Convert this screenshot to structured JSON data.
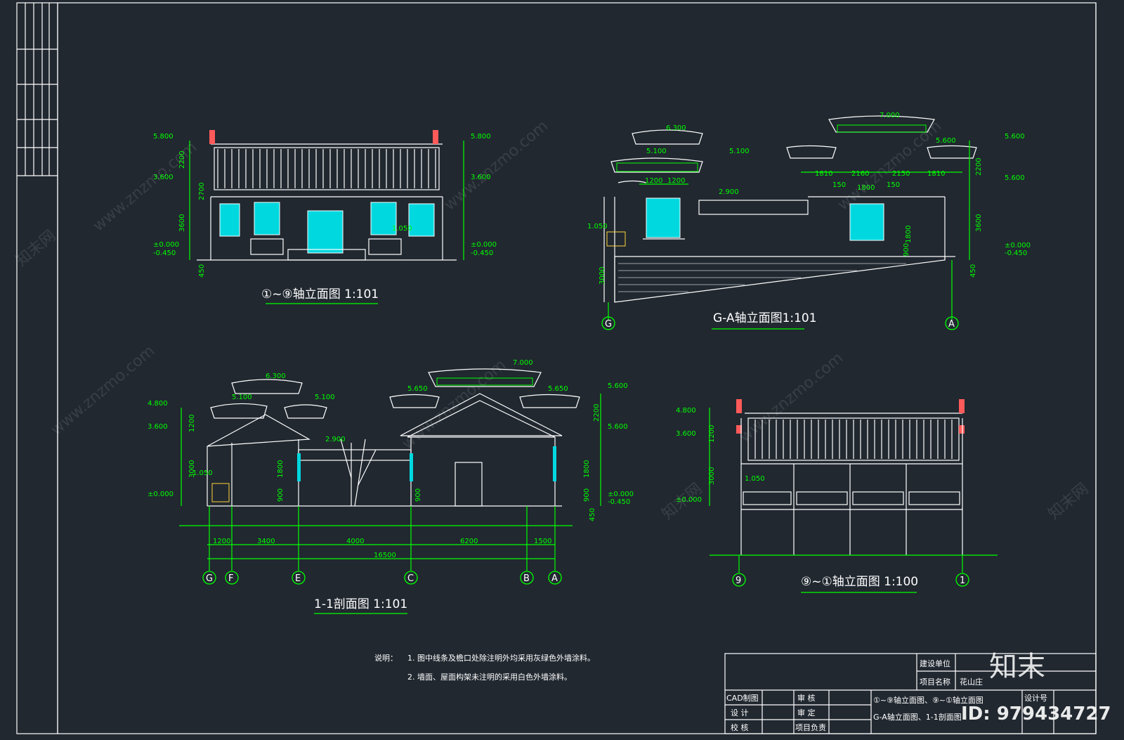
{
  "drawings": {
    "elev_1_9": {
      "title": "①~⑨轴立面图 1:101",
      "levels": [
        "5.800",
        "3.600",
        "±0.000",
        "-0.450"
      ],
      "levels_right": [
        "5.800",
        "3.600",
        "±0.000",
        "-0.450"
      ],
      "dims": [
        "2200",
        "3600",
        "450",
        "2700",
        "1.050"
      ]
    },
    "elev_g_a": {
      "title": "G-A轴立面图1:101",
      "levels": [
        "6.300",
        "5.100",
        "5.100",
        "7.000",
        "5.600",
        "2.900",
        "1.050"
      ],
      "levels_right": [
        "5.600",
        "5.600",
        "±0.000",
        "-0.450"
      ],
      "dims": [
        "1200",
        "1200",
        "1810",
        "2160",
        "2150",
        "1810",
        "150",
        "1800",
        "150",
        "1800",
        "3000",
        "900",
        "3600",
        "2200",
        "450"
      ],
      "axes": [
        "G",
        "A"
      ]
    },
    "section_1_1": {
      "title": "1-1剖面图   1:101",
      "levels": [
        "4.800",
        "3.600",
        "±0.000",
        "6.300",
        "5.100",
        "5.100",
        "7.000",
        "5.650",
        "5.650",
        "1.050",
        "2.900"
      ],
      "levels_right": [
        "5.600",
        "5.600",
        "±0.000",
        "-0.450"
      ],
      "dims": [
        "1200",
        "3400",
        "4000",
        "6200",
        "1500",
        "16500",
        "1200",
        "3000",
        "1800",
        "900",
        "900",
        "1800",
        "900",
        "2200",
        "450"
      ],
      "axes": [
        "G",
        "F",
        "E",
        "C",
        "B",
        "A"
      ]
    },
    "elev_9_1": {
      "title": "⑨~①轴立面图 1:100",
      "levels": [
        "4.800",
        "3.600",
        "±0.000",
        "1.050"
      ],
      "dims": [
        "1200",
        "3000"
      ],
      "axes": [
        "9",
        "1"
      ]
    }
  },
  "notes": {
    "label": "说明：",
    "line1": "1. 图中线条及檐口处除注明外均采用灰绿色外墙涂料。",
    "line2": "2. 墙面、屋面构架未注明的采用白色外墙涂料。"
  },
  "title_block": {
    "build_unit_label": "建设单位",
    "project_name_label": "项目名称",
    "project_name": "花山庄",
    "cad_label": "CAD制图",
    "design_label": "设 计",
    "check_label": "校 核",
    "review_label": "审 核",
    "approve_label": "审 定",
    "pm_label": "项目负责",
    "drawing_name_1": "①~⑨轴立面图、⑨~①轴立面图",
    "drawing_name_2": "G-A轴立面图、1-1剖面图",
    "design_no_label": "设计号"
  },
  "watermark": {
    "brand": "知末",
    "id_text": "ID: 979434727",
    "site": "www.znzmo.com",
    "site_cn": "知末网"
  },
  "colors": {
    "background": "#212830",
    "line_green": "#00ff00",
    "window_cyan": "#00d8e0",
    "line_white": "#ffffff"
  }
}
